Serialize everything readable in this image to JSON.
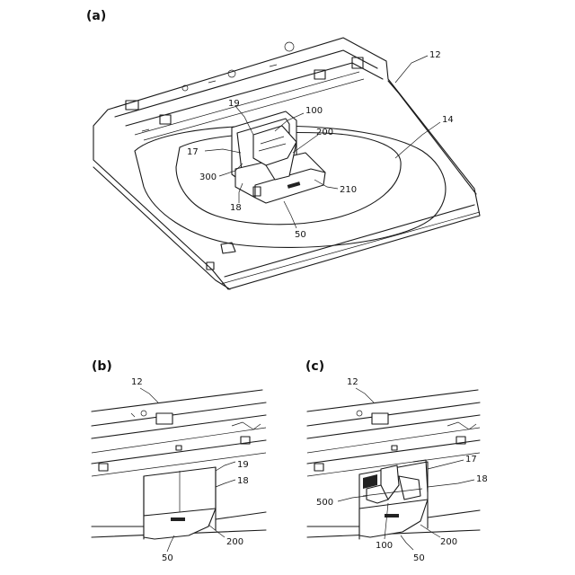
{
  "panels": [
    {
      "label": "(a)",
      "callouts": [
        "12",
        "14",
        "19",
        "100",
        "200",
        "17",
        "300",
        "210",
        "18",
        "50"
      ]
    },
    {
      "label": "(b)",
      "callouts": [
        "12",
        "19",
        "18",
        "50",
        "200"
      ]
    },
    {
      "label": "(c)",
      "callouts": [
        "12",
        "17",
        "18",
        "500",
        "100",
        "200",
        "50"
      ]
    }
  ]
}
